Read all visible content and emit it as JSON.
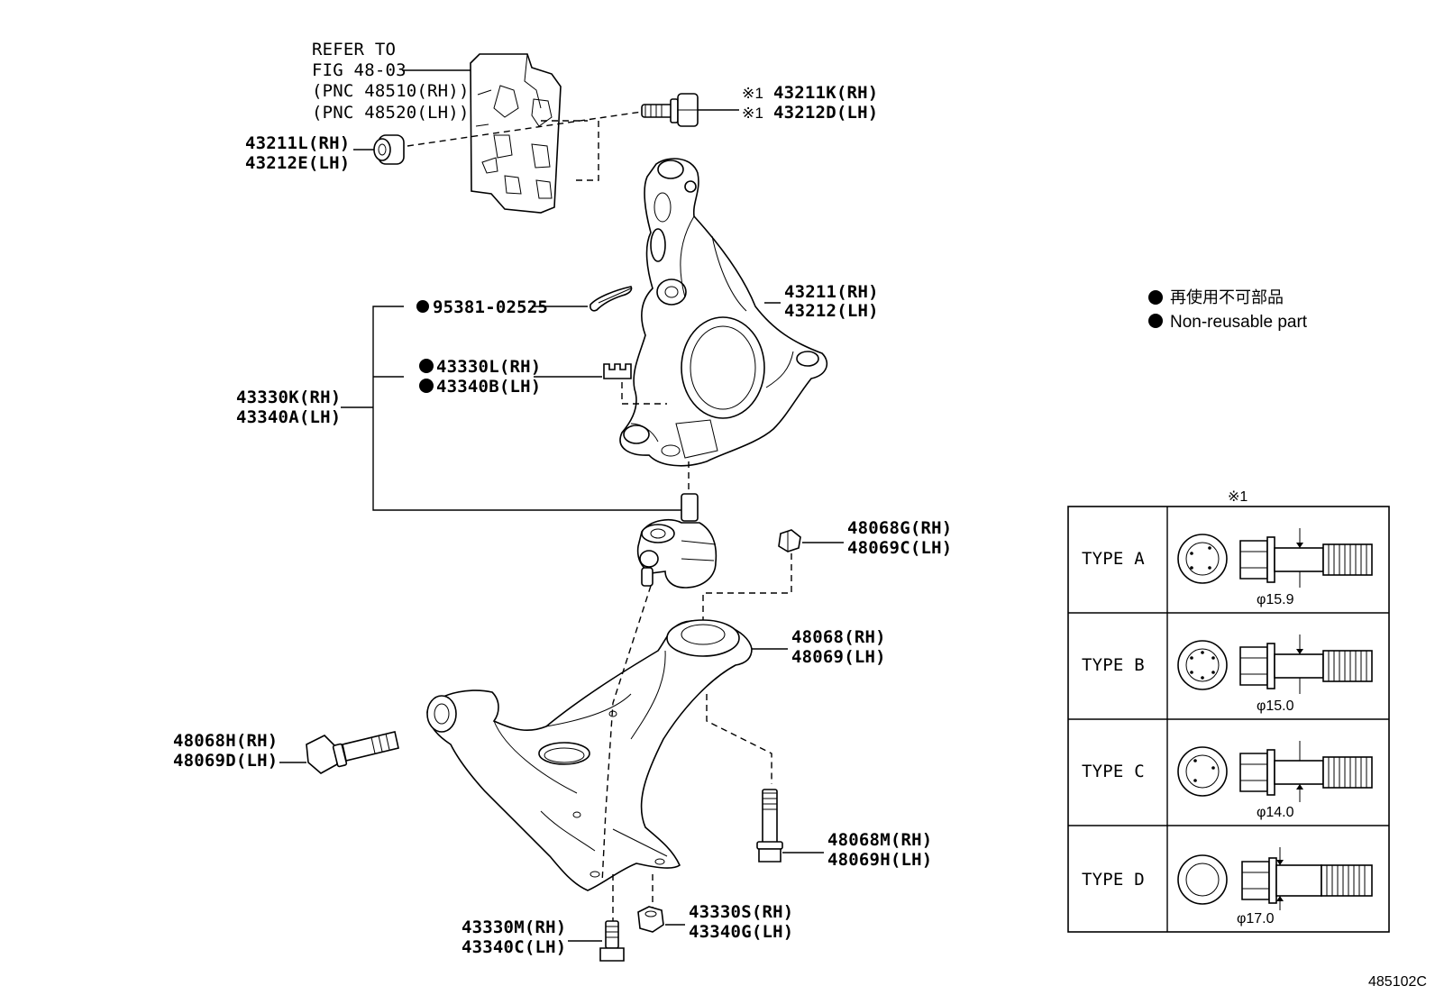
{
  "diagram": {
    "refer_note": {
      "line1": "REFER TO",
      "line2": "FIG 48-03",
      "line3": "(PNC 48510(RH))",
      "line4": "(PNC 48520(LH))"
    },
    "callouts": {
      "bolt_top": {
        "mark": "※1",
        "rh": "43211K(RH)",
        "lh": "43212D(LH)"
      },
      "nut_top": {
        "rh": "43211L(RH)",
        "lh": "43212E(LH)"
      },
      "cotter_pin": {
        "pn": "95381-02525"
      },
      "castle_nut": {
        "rh": "43330L(RH)",
        "lh": "43340B(LH)"
      },
      "ball_joint": {
        "rh": "43330K(RH)",
        "lh": "43340A(LH)"
      },
      "knuckle": {
        "rh": "43211(RH)",
        "lh": "43212(LH)"
      },
      "nut_arm": {
        "rh": "48068G(RH)",
        "lh": "48069C(LH)"
      },
      "lower_arm": {
        "rh": "48068(RH)",
        "lh": "48069(LH)"
      },
      "arm_bolt_front": {
        "rh": "48068H(RH)",
        "lh": "48069D(LH)"
      },
      "arm_bolt_rear": {
        "rh": "48068M(RH)",
        "lh": "48069H(LH)"
      },
      "bj_bolt": {
        "rh": "43330M(RH)",
        "lh": "43340C(LH)"
      },
      "bj_nut": {
        "rh": "43330S(RH)",
        "lh": "43340G(LH)"
      }
    },
    "legend": {
      "line_jp": "再使用不可部品",
      "line_en": "Non-reusable part"
    },
    "type_table": {
      "header": "※1",
      "rows": [
        {
          "type": "TYPE  A",
          "dia": "φ15.9"
        },
        {
          "type": "TYPE  B",
          "dia": "φ15.0"
        },
        {
          "type": "TYPE  C",
          "dia": "φ14.0"
        },
        {
          "type": "TYPE  D",
          "dia": "φ17.0"
        }
      ]
    },
    "figure_code": "485102C"
  }
}
